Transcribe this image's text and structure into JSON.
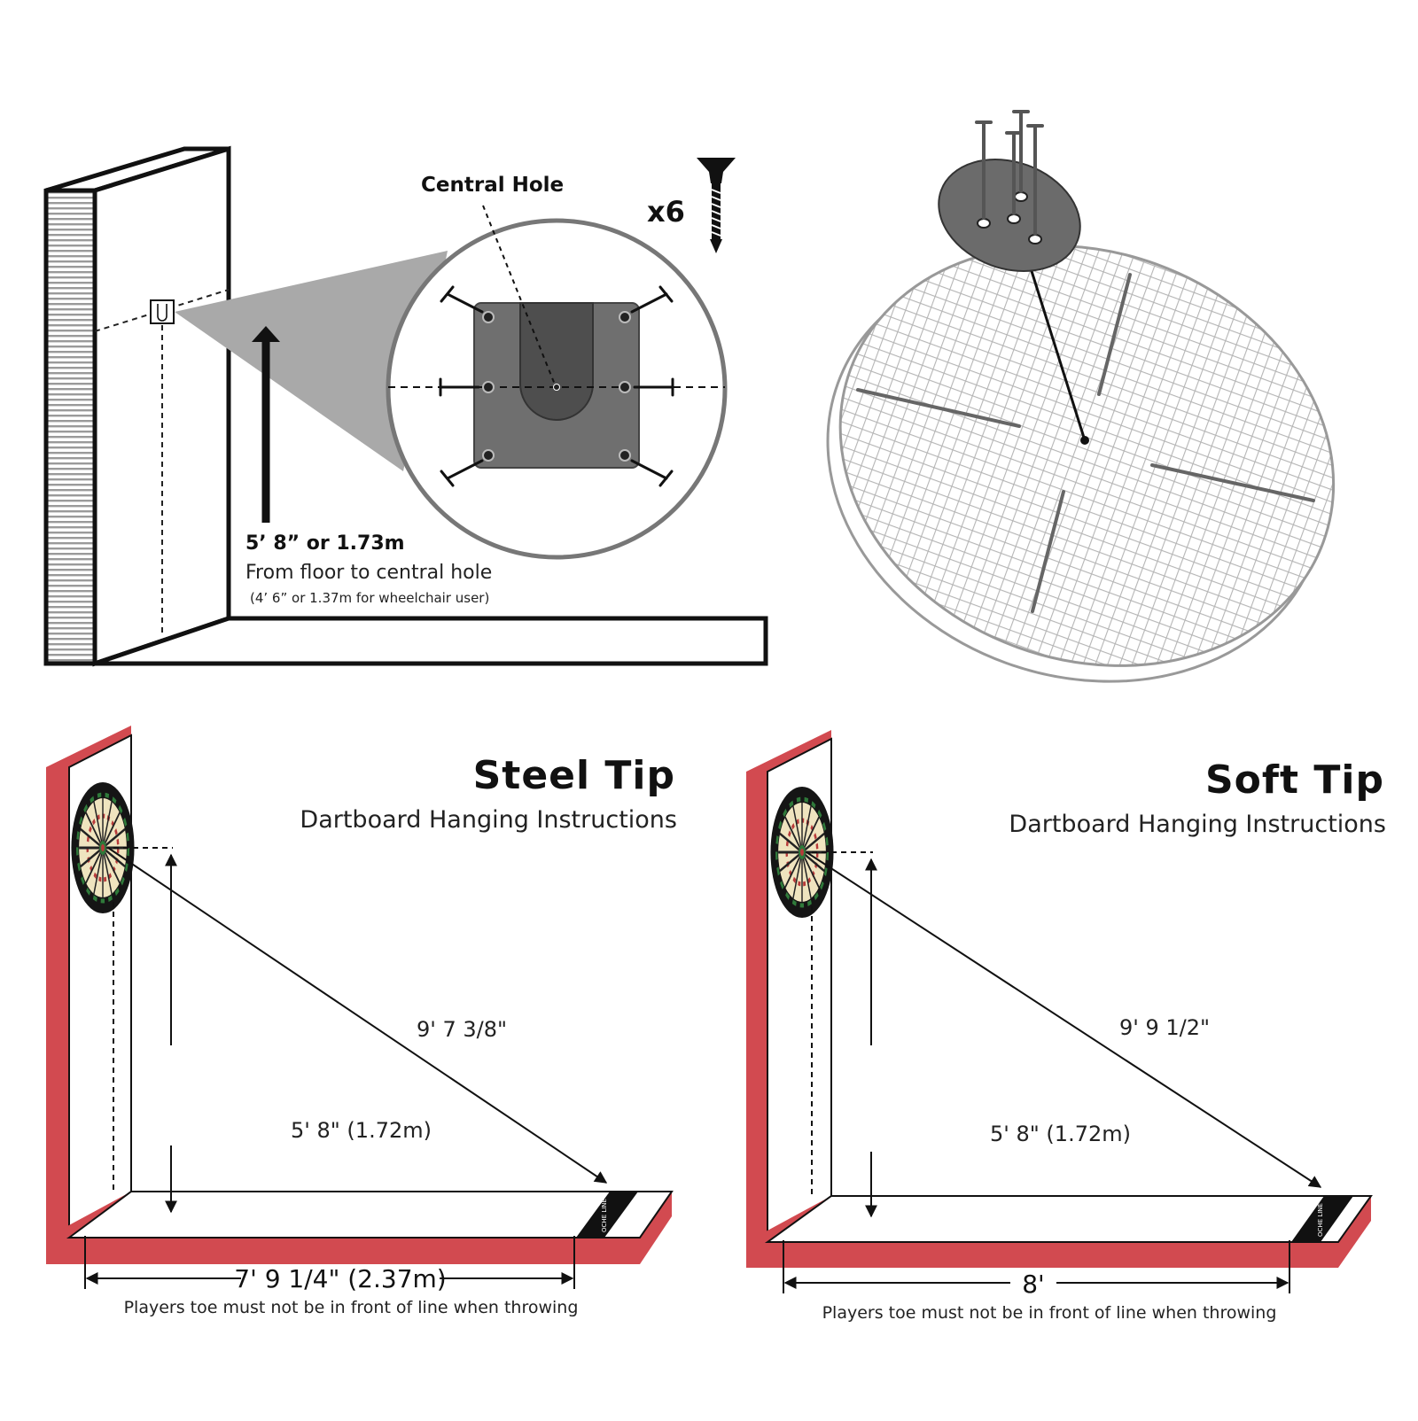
{
  "panel_mounting": {
    "central_hole_label": "Central Hole",
    "screw_count": "x6",
    "height_imperial": "5’ 8” or 1.73m",
    "height_desc": "From floor to central hole",
    "wheelchair_note": "(4’ 6” or 1.37m for wheelchair user)"
  },
  "steel_tip": {
    "title": "Steel Tip",
    "subtitle": "Dartboard Hanging Instructions",
    "diagonal": "9' 7 3/8\"",
    "height": "5' 8\" (1.72m)",
    "distance": "7' 9 1/4\" (2.37m)",
    "note": "Players toe must not be in front of line when throwing",
    "oche_text": "OCHE LINE"
  },
  "soft_tip": {
    "title": "Soft Tip",
    "subtitle": "Dartboard Hanging Instructions",
    "diagonal": "9' 9 1/2\"",
    "height": "5' 8\" (1.72m)",
    "distance": "8'",
    "note": "Players toe must not be in front of line when throwing",
    "oche_text": "OCHE LINE"
  },
  "colors": {
    "red_wall": "#d24a50",
    "bracket_gray": "#6f6f6f",
    "wedge_gray": "#a9a9a9"
  }
}
